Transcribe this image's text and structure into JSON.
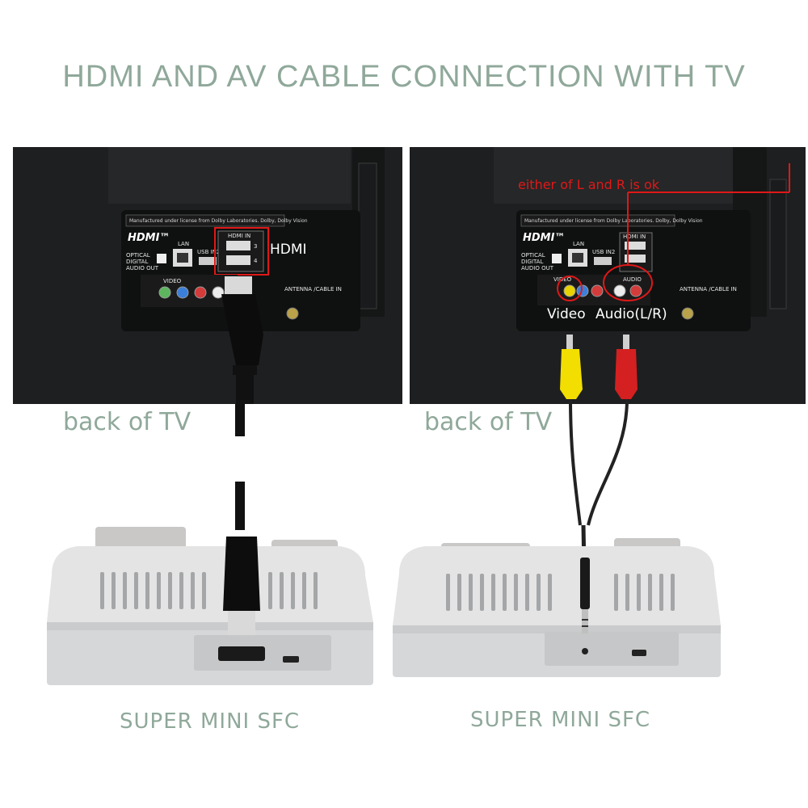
{
  "title": "HDMI AND AV CABLE CONNECTION WITH TV",
  "left_panel": {
    "tv_label": "back of TV",
    "console_label": "SUPER MINI SFC",
    "hdmi_annotation": "HDMI",
    "tv_logo": "HDMI™",
    "tv_ports": {
      "lan": "LAN",
      "optical": "OPTICAL DIGITAL AUDIO OUT",
      "usb": "USB IN2",
      "hdmi_in": "HDMI IN",
      "hdmi_port_3": "3",
      "hdmi_port_4": "4",
      "antenna": "ANTENNA /CABLE IN",
      "video": "VIDEO"
    }
  },
  "right_panel": {
    "tv_label": "back of TV",
    "console_label": "SUPER MINI SFC",
    "note": "either of L and R is ok",
    "video_annotation": "Video",
    "audio_annotation": "Audio(L/R)",
    "tv_logo": "HDMI™",
    "tv_ports": {
      "lan": "LAN",
      "optical": "OPTICAL DIGITAL AUDIO OUT",
      "usb": "USB IN2",
      "hdmi_in": "HDMI IN",
      "antenna": "ANTENNA /CABLE IN",
      "video": "VIDEO",
      "audio": "AUDIO"
    }
  },
  "colors": {
    "label_green": "#8fa89a",
    "tv_body": "#1f2021",
    "annotation_red": "#e01818",
    "console_gray": "#d9dadb",
    "rca_yellow": "#f2de00",
    "rca_red": "#d42020"
  }
}
